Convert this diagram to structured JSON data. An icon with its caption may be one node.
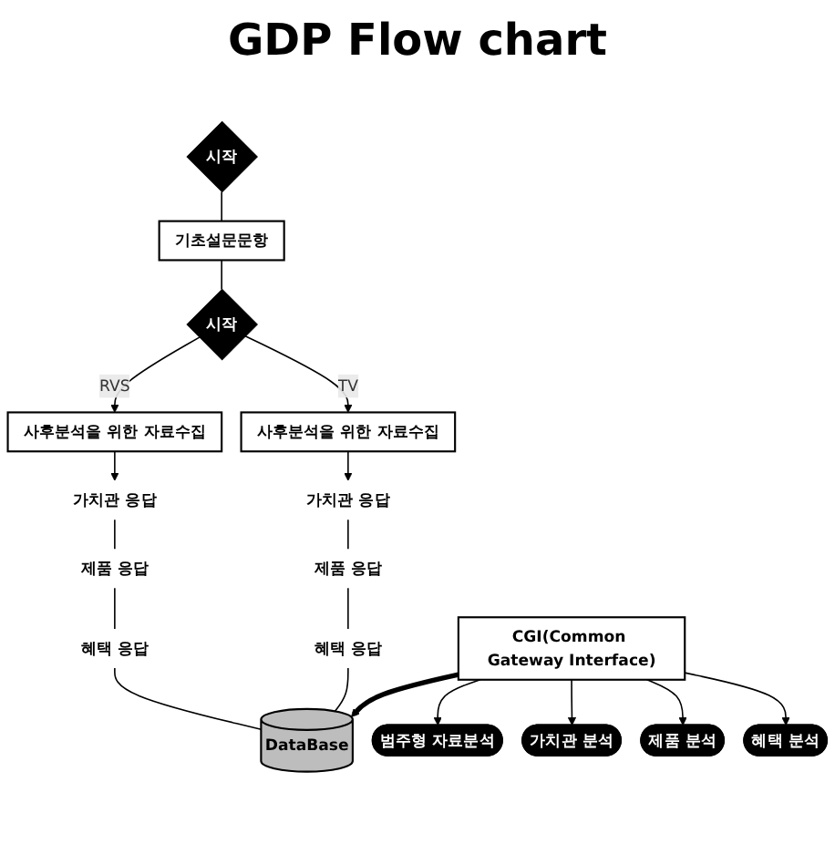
{
  "diagram": {
    "title": "GDP Flow chart",
    "nodes": [
      {
        "text": [
          "시작"
        ]
      },
      {
        "text": [
          "기초설문문항"
        ]
      },
      {
        "text": [
          "시작"
        ]
      },
      {
        "text": [
          "사후분석을 위한 자료수집"
        ]
      },
      {
        "text": [
          "사후분석을 위한 자료수집"
        ]
      },
      {
        "text": [
          "가치관 응답"
        ]
      },
      {
        "text": [
          "제품 응답"
        ]
      },
      {
        "text": [
          "혜택 응답"
        ]
      },
      {
        "text": [
          "가치관 응답"
        ]
      },
      {
        "text": [
          "제품 응답"
        ]
      },
      {
        "text": [
          "혜택 응답"
        ]
      },
      {
        "text": [
          "DataBase"
        ]
      },
      {
        "text": [
          "CGI(Common Gateway Interface)"
        ]
      },
      {
        "text": [
          "범주형 자료분석"
        ]
      },
      {
        "text": [
          "가치관 분석"
        ]
      },
      {
        "text": [
          "제품 분석"
        ]
      },
      {
        "text": [
          "혜택 분석"
        ]
      }
    ],
    "edges": [
      {
        "from": 0,
        "to": 1,
        "arrow": "none"
      },
      {
        "from": 1,
        "to": 2,
        "arrow": "none"
      },
      {
        "from": 2,
        "to": 3,
        "arrow": "to",
        "label": "RVS"
      },
      {
        "from": 2,
        "to": 4,
        "arrow": "to",
        "label": "TV"
      },
      {
        "from": 3,
        "to": 5,
        "arrow": "to"
      },
      {
        "from": 5,
        "to": 6,
        "arrow": "none"
      },
      {
        "from": 6,
        "to": 7,
        "arrow": "none"
      },
      {
        "from": 4,
        "to": 8,
        "arrow": "to"
      },
      {
        "from": 8,
        "to": 9,
        "arrow": "none"
      },
      {
        "from": 9,
        "to": 10,
        "arrow": "none"
      },
      {
        "from": 7,
        "to": 11,
        "arrow": "none"
      },
      {
        "from": 10,
        "to": 11,
        "arrow": "none"
      },
      {
        "from": 12,
        "to": 11,
        "arrow": "to",
        "style": "thick"
      },
      {
        "from": 12,
        "to": 13,
        "arrow": "to"
      },
      {
        "from": 12,
        "to": 14,
        "arrow": "to"
      },
      {
        "from": 12,
        "to": 15,
        "arrow": "to"
      },
      {
        "from": 12,
        "to": 16,
        "arrow": "to"
      }
    ]
  }
}
